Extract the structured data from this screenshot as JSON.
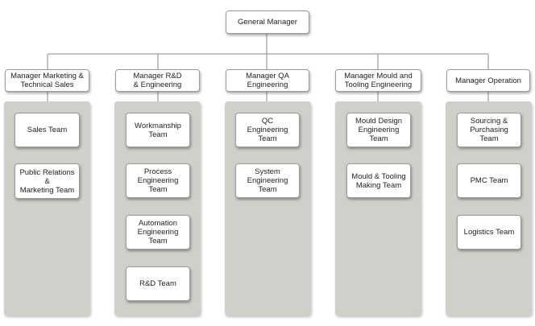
{
  "general_manager": "General Manager",
  "departments": [
    {
      "manager": "Manager Marketing &\nTechnical Sales",
      "teams": [
        "Sales Team",
        "Public Relations\n&\nMarketing Team"
      ]
    },
    {
      "manager": "Manager R&D\n& Engineering",
      "teams": [
        "Workmanship\nTeam",
        "Process\nEngineering\nTeam",
        "Automation\nEngineering\nTeam",
        "R&D Team"
      ]
    },
    {
      "manager": "Manager QA\nEngineering",
      "teams": [
        "QC\nEngineering\nTeam",
        "System\nEngineering\nTeam"
      ]
    },
    {
      "manager": "Manager Mould and\nTooling Engineering",
      "teams": [
        "Mould Design\nEngineering\nTeam",
        "Mould & Tooling\nMaking Team"
      ]
    },
    {
      "manager": "Manager Operation",
      "teams": [
        "Sourcing &\nPurchasing\nTeam",
        "PMC Team",
        "Logistics Team"
      ]
    }
  ]
}
